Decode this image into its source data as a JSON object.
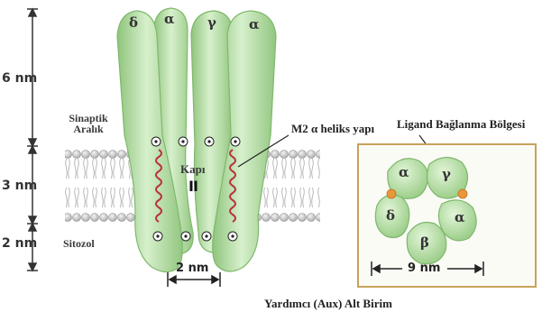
{
  "scale": {
    "six": "6 nm",
    "three": "3 nm",
    "two": "2 nm"
  },
  "regions": {
    "synaptic_line1": "Sinaptik",
    "synaptic_line2": "Aralık",
    "cytosol": "Sitozol"
  },
  "channel": {
    "subunits_top": [
      "δ",
      "α",
      "γ",
      "α"
    ],
    "gate_label": "Kapı",
    "gate_symbol": "II",
    "width_label": "2 nm"
  },
  "callouts": {
    "m2_helix": "M2 α heliks yapı",
    "ligand_site": "Ligand Bağlanma Bölgesi",
    "aux_subunit": "Yardımcı (Aux) Alt Birim"
  },
  "top_view": {
    "subunits": [
      "α",
      "γ",
      "δ",
      "α",
      "β"
    ],
    "diameter_label": "9 nm"
  },
  "colors": {
    "subunit_green": "#aede9a",
    "subunit_dark": "#7fb86c",
    "helix_red": "#b8323c",
    "box_border": "#c8a25a",
    "binding_site": "#e8983a"
  }
}
